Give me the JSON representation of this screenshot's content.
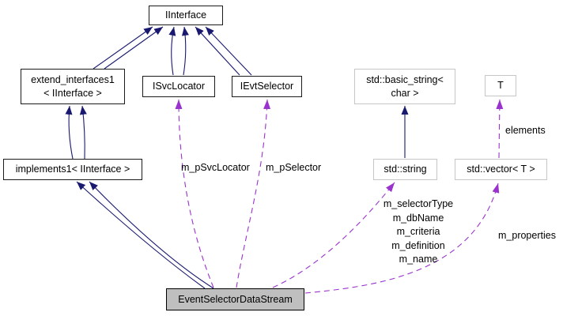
{
  "diagram": {
    "kind": "collaboration-graph",
    "current_class": "EventSelectorDataStream"
  },
  "nodes": {
    "iinterface": {
      "label": "IInterface"
    },
    "extend_interfaces1": {
      "label": "extend_interfaces1\n< IInterface >"
    },
    "isvclocator": {
      "label": "ISvcLocator"
    },
    "ievtselector": {
      "label": "IEvtSelector"
    },
    "basic_string": {
      "label": "std::basic_string<\nchar >"
    },
    "t": {
      "label": "T"
    },
    "implements1": {
      "label": "implements1< IInterface >"
    },
    "stdstring": {
      "label": "std::string"
    },
    "stdvector": {
      "label": "std::vector< T >"
    },
    "eventselectordatastream": {
      "label": "EventSelectorDataStream"
    }
  },
  "edge_labels": {
    "m_psvclocator": "m_pSvcLocator",
    "m_pselector": "m_pSelector",
    "string_members": "m_selectorType\nm_dbName\nm_criteria\nm_definition\nm_name",
    "m_properties": "m_properties",
    "elements": "elements"
  },
  "edges": [
    {
      "from": "extend_interfaces1< IInterface >",
      "to": "IInterface",
      "type": "inheritance",
      "count": 2
    },
    {
      "from": "ISvcLocator",
      "to": "IInterface",
      "type": "inheritance",
      "count": 2
    },
    {
      "from": "IEvtSelector",
      "to": "IInterface",
      "type": "inheritance",
      "count": 2
    },
    {
      "from": "implements1< IInterface >",
      "to": "extend_interfaces1< IInterface >",
      "type": "inheritance",
      "count": 2
    },
    {
      "from": "EventSelectorDataStream",
      "to": "implements1< IInterface >",
      "type": "inheritance",
      "count": 2
    },
    {
      "from": "std::string",
      "to": "std::basic_string< char >",
      "type": "inheritance",
      "count": 1
    },
    {
      "from": "EventSelectorDataStream",
      "to": "ISvcLocator",
      "type": "usage",
      "label": "m_pSvcLocator"
    },
    {
      "from": "EventSelectorDataStream",
      "to": "IEvtSelector",
      "type": "usage",
      "label": "m_pSelector"
    },
    {
      "from": "EventSelectorDataStream",
      "to": "std::string",
      "type": "usage",
      "label": "m_selectorType m_dbName m_criteria m_definition m_name"
    },
    {
      "from": "EventSelectorDataStream",
      "to": "std::vector< T >",
      "type": "usage",
      "label": "m_properties"
    },
    {
      "from": "std::vector< T >",
      "to": "T",
      "type": "usage",
      "label": "elements"
    }
  ],
  "colors": {
    "inheritance_edge": "#191970",
    "usage_edge": "#9a32cd",
    "node_border": "#1a1a1a",
    "external_node_border": "#c6c6c6",
    "current_node_fill": "#bfbfbf",
    "text": "#000000",
    "background": "#ffffff"
  }
}
